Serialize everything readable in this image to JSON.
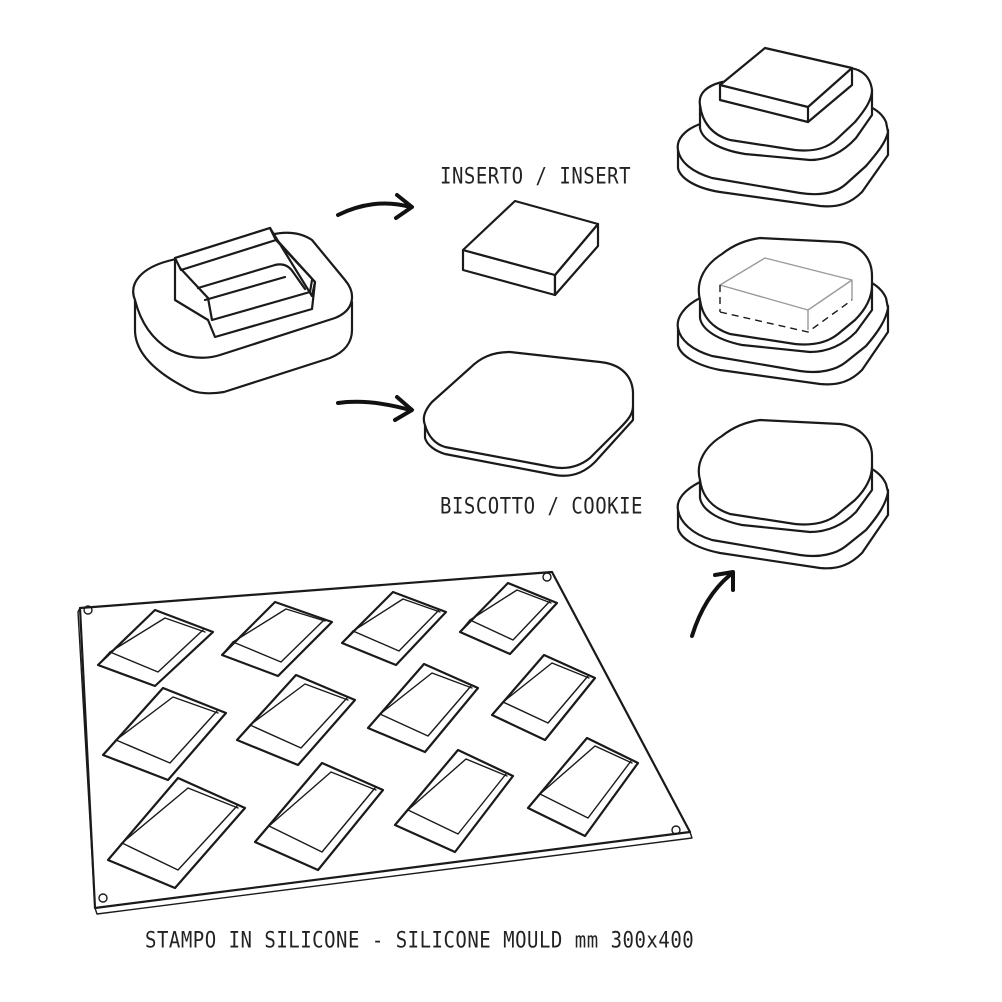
{
  "labels": {
    "insert": "INSERTO / INSERT",
    "cookie": "BISCOTTO / COOKIE",
    "mould": "STAMPO IN SILICONE - SILICONE MOULD mm 300x400"
  },
  "mould": {
    "rows": 3,
    "columns": 4
  },
  "colors": {
    "line": "#1a1a1a",
    "background": "#ffffff"
  }
}
